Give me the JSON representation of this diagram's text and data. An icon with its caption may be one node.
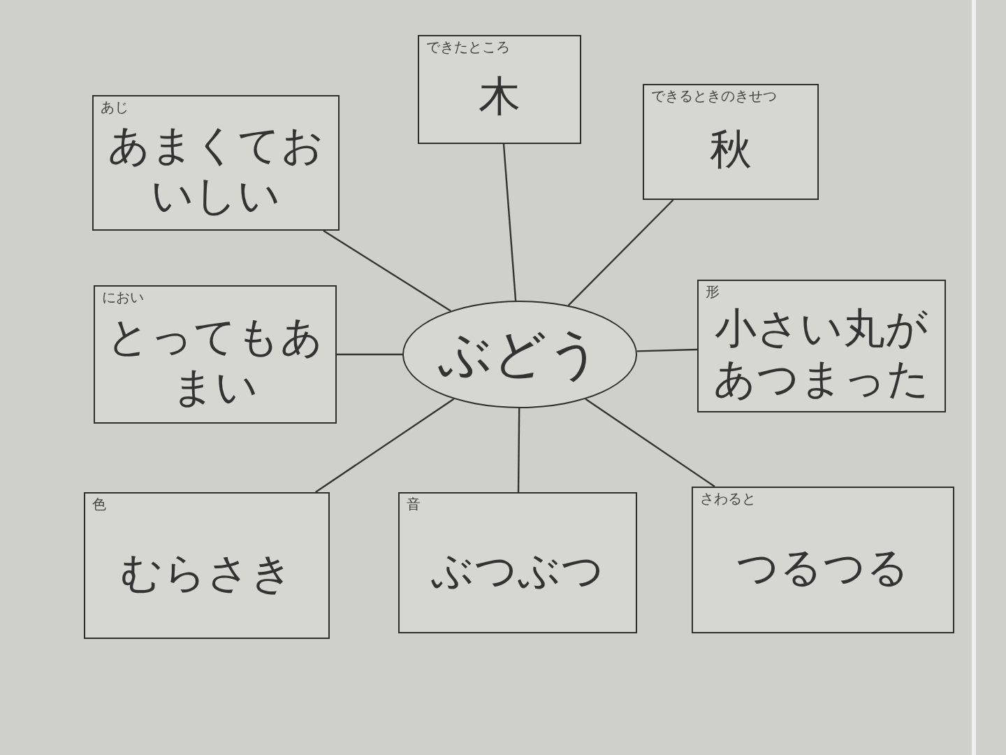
{
  "diagram": {
    "nodes": [
      {
        "text": [
          "あじ",
          "あまくておいしい"
        ]
      },
      {
        "text": [
          "できたところ",
          "木"
        ]
      },
      {
        "text": [
          "できるときのきせつ",
          "秋"
        ]
      },
      {
        "text": [
          "におい",
          "とってもあまい"
        ]
      },
      {
        "text": [
          "ぶどう"
        ]
      },
      {
        "text": [
          "形",
          "小さい丸があつまった"
        ]
      },
      {
        "text": [
          "色",
          "むらさき"
        ]
      },
      {
        "text": [
          "音",
          "ぶつぶつ"
        ]
      },
      {
        "text": [
          "さわると",
          "つるつる"
        ]
      }
    ],
    "edges": [
      {
        "from": 4,
        "to": 0,
        "arrow": "none"
      },
      {
        "from": 4,
        "to": 1,
        "arrow": "none"
      },
      {
        "from": 4,
        "to": 2,
        "arrow": "none"
      },
      {
        "from": 4,
        "to": 3,
        "arrow": "none"
      },
      {
        "from": 4,
        "to": 5,
        "arrow": "none"
      },
      {
        "from": 4,
        "to": 6,
        "arrow": "none"
      },
      {
        "from": 4,
        "to": 7,
        "arrow": "none"
      },
      {
        "from": 4,
        "to": 8,
        "arrow": "none"
      }
    ]
  }
}
